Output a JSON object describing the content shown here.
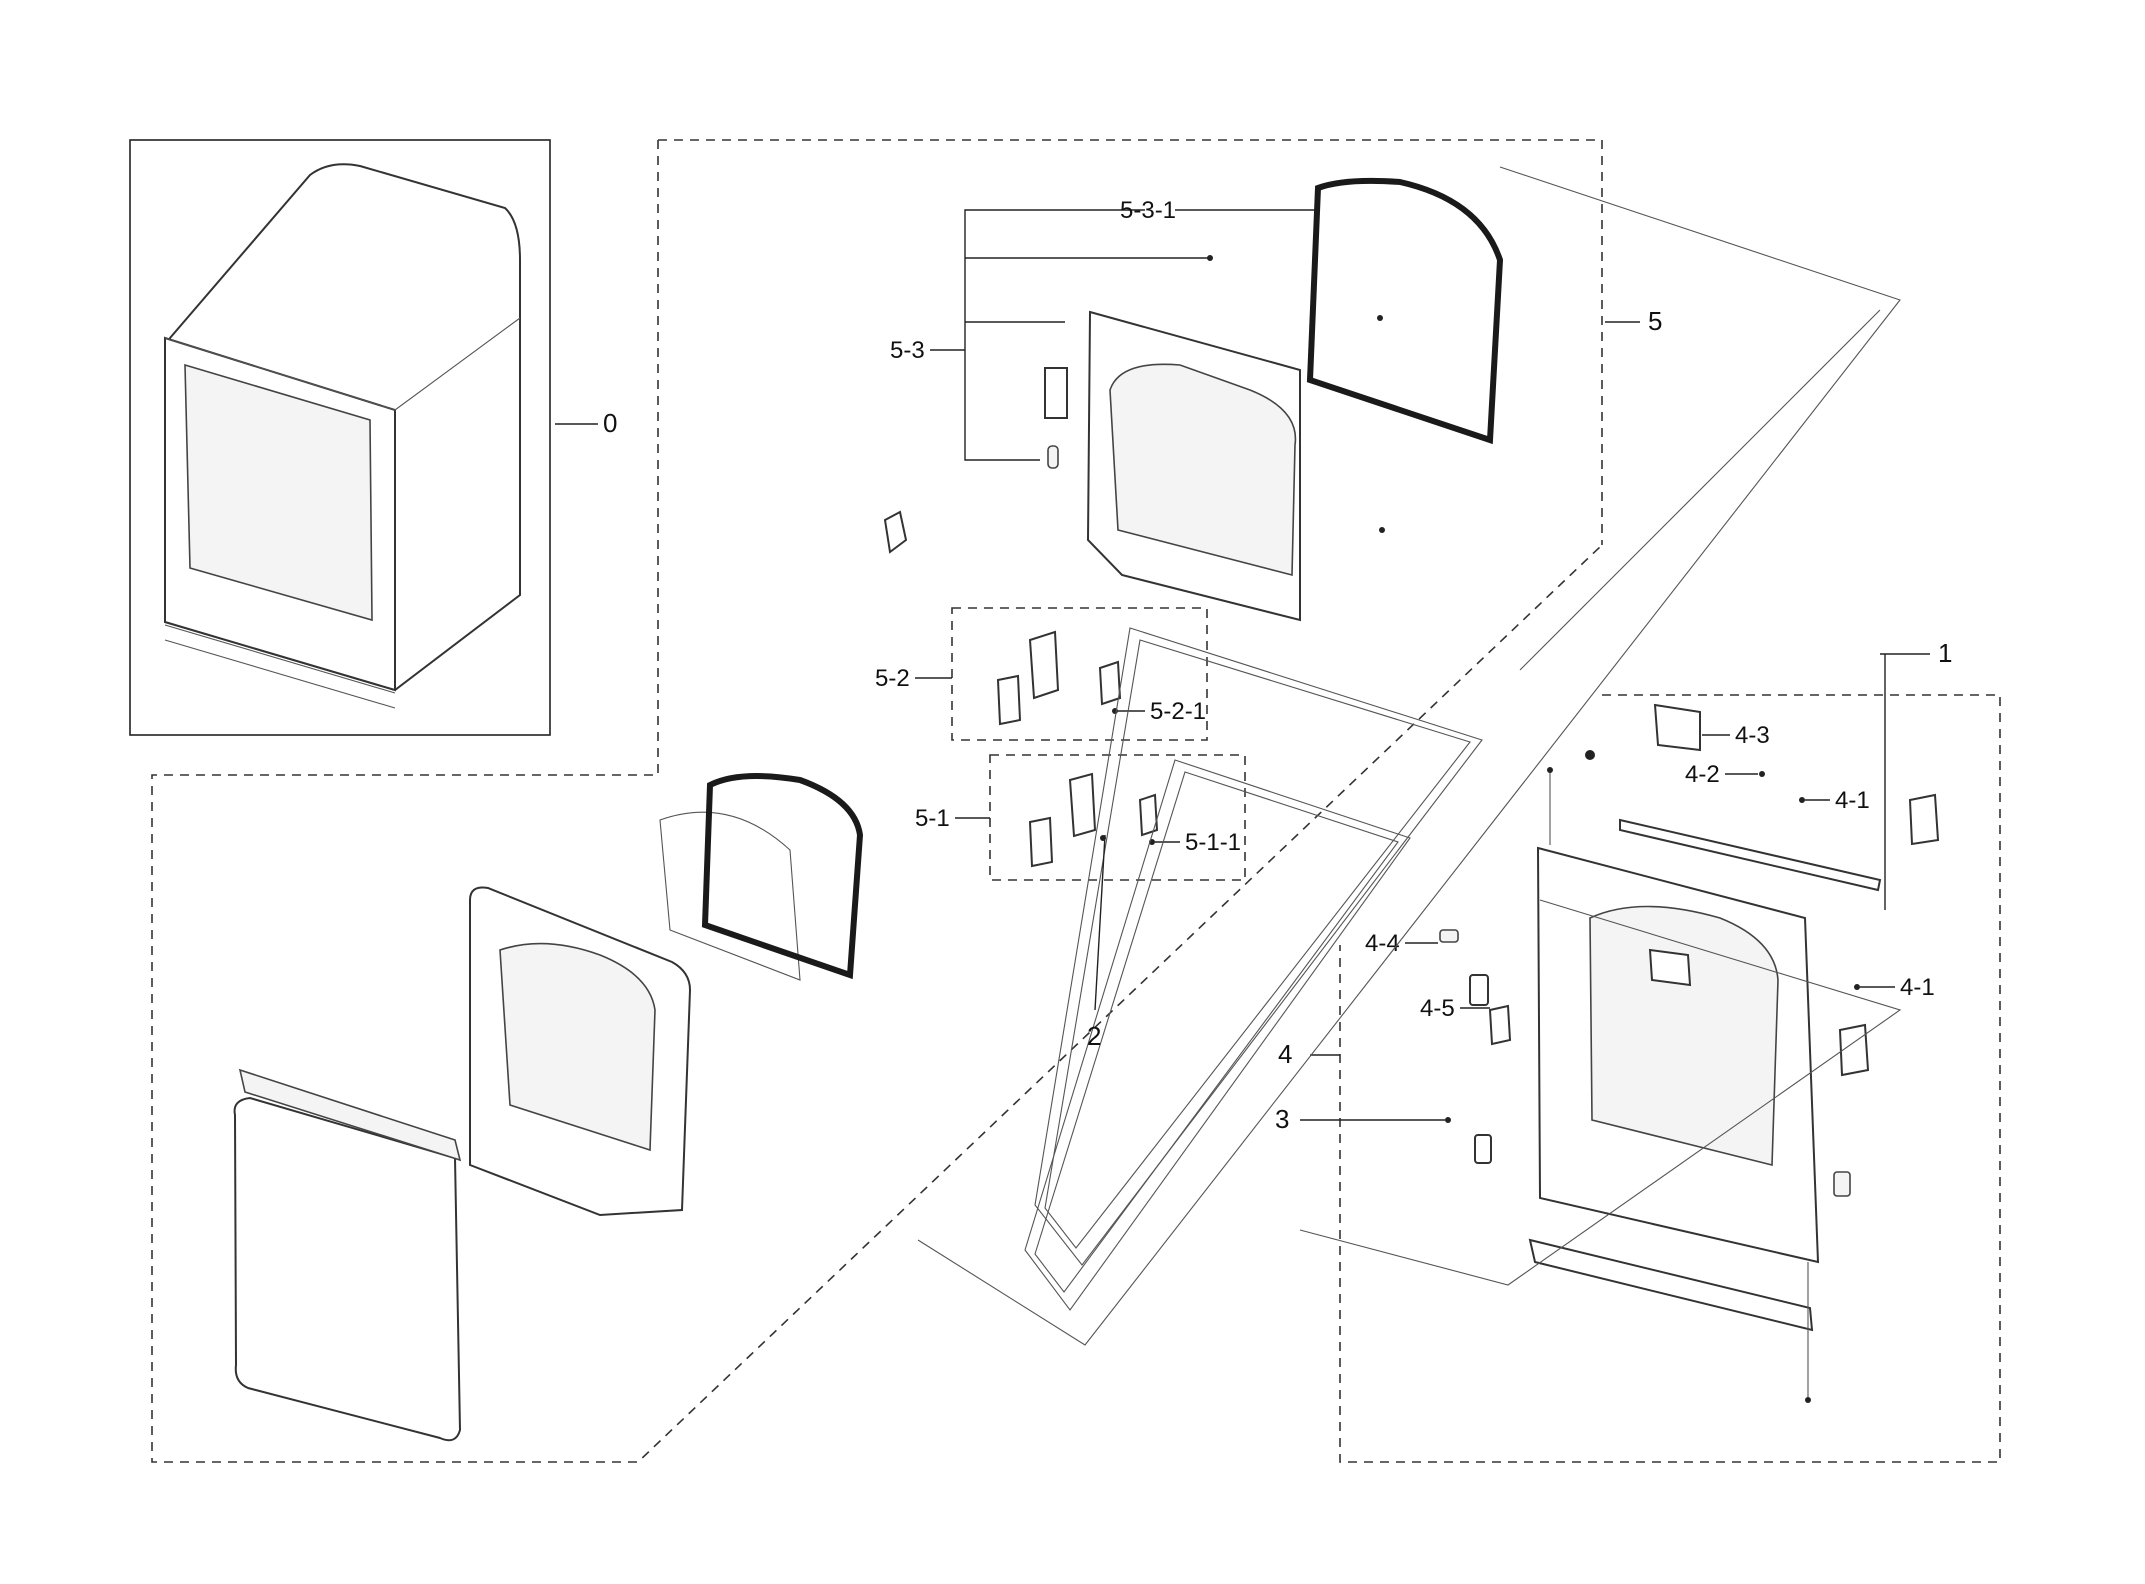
{
  "labels": {
    "l0": "0",
    "l1": "1",
    "l2": "2",
    "l3": "3",
    "l4": "4",
    "l5": "5",
    "l41a": "4-1",
    "l41b": "4-1",
    "l42": "4-2",
    "l43": "4-3",
    "l44": "4-4",
    "l45": "4-5",
    "l51": "5-1",
    "l511": "5-1-1",
    "l52": "5-2",
    "l521": "5-2-1",
    "l53": "5-3",
    "l531": "5-3-1"
  },
  "colors": {
    "line": "#222222",
    "background": "#ffffff"
  }
}
